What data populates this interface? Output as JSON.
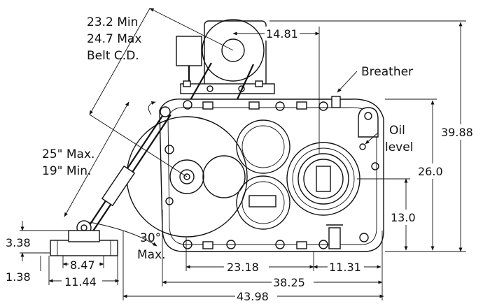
{
  "drawing": {
    "labels": {
      "belt_cd": [
        "23.2 Min",
        "24.7 Max",
        "Belt C.D."
      ],
      "stroke": [
        "25\" Max.",
        "19\" Min."
      ],
      "angle": [
        "30°",
        "Max."
      ],
      "breather": "Breather",
      "oil_level": [
        "Oil",
        "level"
      ]
    },
    "dimensions": {
      "motor_offset": "14.81",
      "overall_height": "39.88",
      "housing_height": "26.0",
      "shaft_height": "13.0",
      "base_height_upper": "3.38",
      "base_height_lower": "1.38",
      "base_hole_spacing": "8.47",
      "base_width": "11.44",
      "bolt_span_left": "23.18",
      "bolt_span_right": "11.31",
      "housing_length": "38.25",
      "overall_length": "43.98"
    }
  }
}
